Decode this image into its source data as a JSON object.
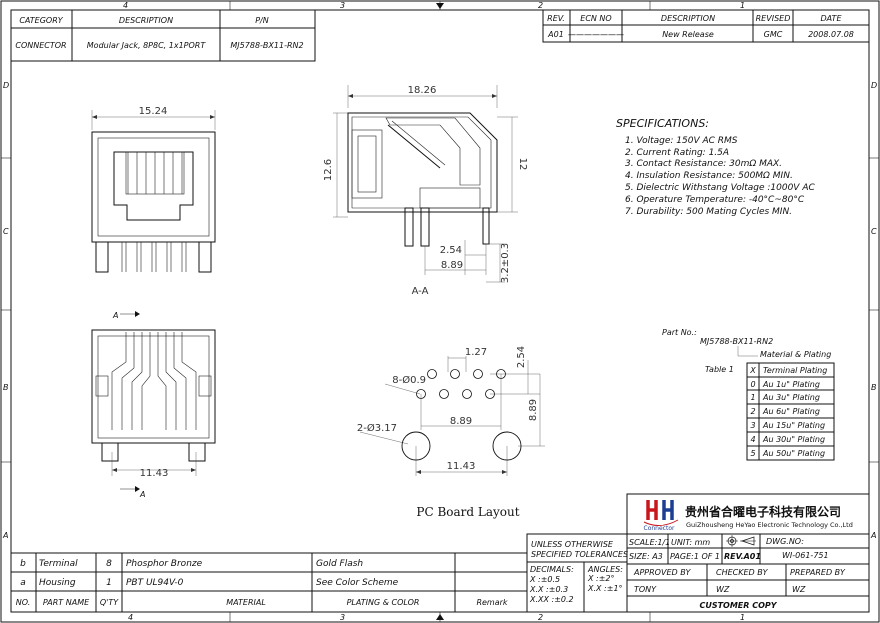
{
  "title_block": {
    "headers": {
      "category": "CATEGORY",
      "description": "DESCRIPTION",
      "pn": "P/N"
    },
    "category": "CONNECTOR",
    "description": "Modular Jack, 8P8C, 1x1PORT",
    "pn": "MJ5788-BX11-RN2"
  },
  "revision_block": {
    "headers": {
      "rev": "REV.",
      "ecn": "ECN NO",
      "description": "DESCRIPTION",
      "revised": "REVISED",
      "date": "DATE"
    },
    "rev": "A01",
    "ecn": "———————",
    "description": "New Release",
    "revised": "GMC",
    "date": "2008.07.08"
  },
  "zone_labels": {
    "top": [
      "4",
      "3",
      "2",
      "1"
    ],
    "side": [
      "D",
      "C",
      "B",
      "A"
    ]
  },
  "views": {
    "front_width": "15.24",
    "side_length": "18.26",
    "side_height_left": "12.6",
    "side_height_right": "12",
    "pitch_254": "2.54",
    "pitch_889": "8.89",
    "pin_length": "3.2±0.3",
    "section_label": "A-A",
    "bottom_width": "11.43",
    "section_mark": "A"
  },
  "specifications": {
    "title": "SPECIFICATIONS:",
    "items": [
      "1. Voltage: 150V AC RMS",
      "2. Current Rating: 1.5A",
      "3. Contact Resistance: 30mΩ MAX.",
      "4. Insulation Resistance: 500MΩ MIN.",
      "5. Dielectric Withstang Voltage :1000V AC",
      "6. Operature Temperature: -40°C~80°C",
      "7. Durability: 500 Mating Cycles MIN."
    ]
  },
  "part_number_code": {
    "label": "Part No.:",
    "value": "MJ5788-BX11-RN2",
    "annotation": "Material & Plating"
  },
  "plating_table": {
    "title": "Table 1",
    "headers": [
      "X",
      "Terminal Plating"
    ],
    "rows": [
      [
        "0",
        "Au 1u\" Plating"
      ],
      [
        "1",
        "Au 3u\" Plating"
      ],
      [
        "2",
        "Au 6u\" Plating"
      ],
      [
        "3",
        "Au 15u\" Plating"
      ],
      [
        "4",
        "Au 30u\" Plating"
      ],
      [
        "5",
        "Au 50u\" Plating"
      ]
    ]
  },
  "pcb_layout": {
    "title": "PC Board Layout",
    "hole_small": "8-Ø0.9",
    "hole_large": "2-Ø3.17",
    "dim_127": "1.27",
    "dim_254": "2.54",
    "dim_889": "8.89",
    "dim_889_v": "8.89",
    "dim_1143": "11.43"
  },
  "bom": {
    "headers": [
      "NO.",
      "PART NAME",
      "Q'TY",
      "MATERIAL",
      "PLATING & COLOR",
      "Remark"
    ],
    "rows": [
      {
        "no": "b",
        "name": "Terminal",
        "qty": "8",
        "material": "Phosphor Bronze",
        "plating": "Gold Flash",
        "remark": ""
      },
      {
        "no": "a",
        "name": "Housing",
        "qty": "1",
        "material": "PBT UL94V-0",
        "plating": "See Color Scheme",
        "remark": ""
      }
    ]
  },
  "tolerances": {
    "title1": "UNLESS OTHERWISE",
    "title2": "SPECIFIED TOLERANCES",
    "decimals_label": "DECIMALS:",
    "angles_label": "ANGLES:",
    "d1": "X    :±0.5",
    "d2": "X.X  :±0.3",
    "d3": "X.XX :±0.2",
    "a1": "X   :±2°",
    "a2": "X.X :±1°"
  },
  "company": {
    "name_cn": "贵州省合曜电子科技有限公司",
    "name_en": "GuiZhousheng HeYao Electronic Technology Co.,Ltd",
    "logo_text": "Connector"
  },
  "drawing_info": {
    "scale": "SCALE:1/1",
    "unit": "UNIT: mm",
    "dwg_label": "DWG.NO:",
    "size": "SIZE: A3",
    "page": "PAGE:1 OF 1",
    "rev": "REV.A01",
    "dwg_no": "WI-061-751",
    "approved_label": "APPROVED BY",
    "checked_label": "CHECKED BY",
    "prepared_label": "PREPARED BY",
    "approved": "TONY",
    "checked": "WZ",
    "prepared": "WZ",
    "customer_copy": "CUSTOMER COPY"
  }
}
